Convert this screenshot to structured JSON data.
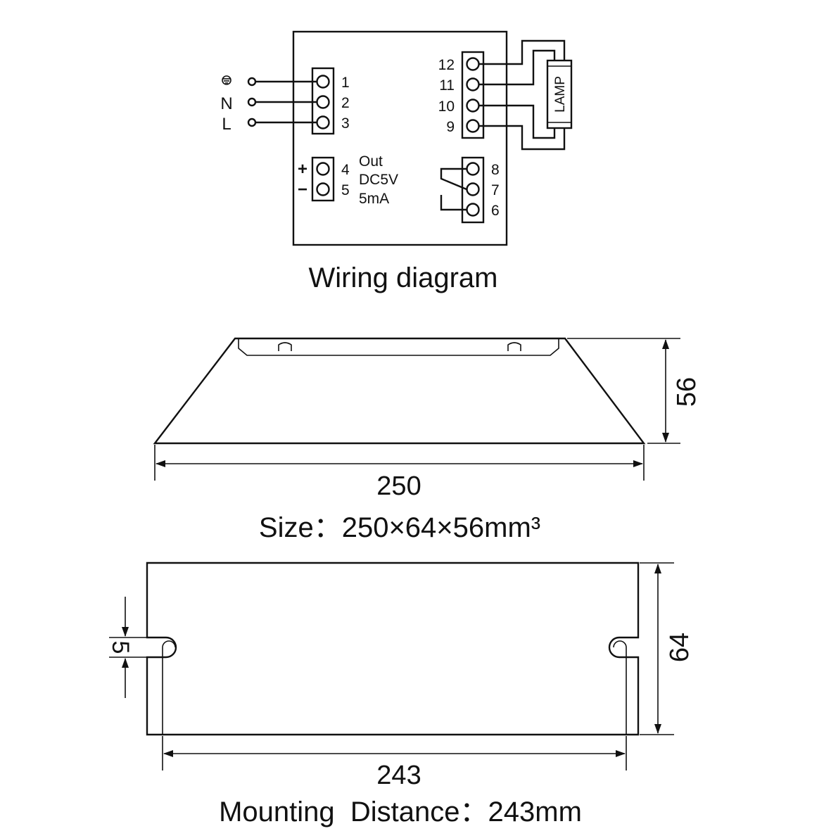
{
  "wiring": {
    "caption": "Wiring diagram",
    "input_labels": [
      "N",
      "L"
    ],
    "input_terminals": [
      "1",
      "2",
      "3"
    ],
    "output_terminals": [
      "4",
      "5"
    ],
    "output_signs": [
      "+",
      "−"
    ],
    "output_spec": [
      "Out",
      "DC5V",
      "5mA"
    ],
    "lamp_terminals": [
      "12",
      "11",
      "10",
      "9"
    ],
    "lamp_label": "LAMP",
    "relay_terminals": [
      "8",
      "7",
      "6"
    ]
  },
  "side_view": {
    "width_dim": "250",
    "height_dim": "56",
    "caption": "Size：250×64×56mm³"
  },
  "bottom_view": {
    "length_dim": "243",
    "height_dim": "64",
    "slot_dim": "5",
    "caption": "Mounting  Distance：243mm"
  }
}
